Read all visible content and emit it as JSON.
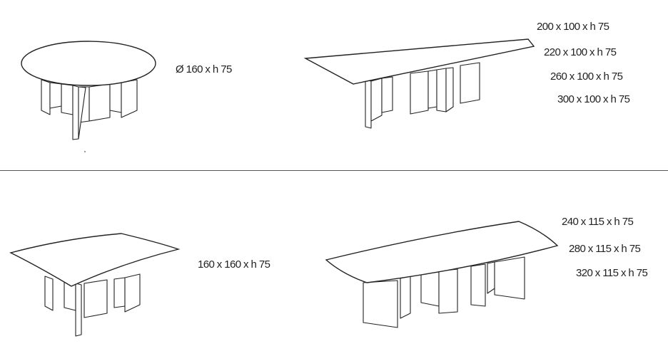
{
  "tables": [
    {
      "shape": "round",
      "dimensions": [
        "Ø 160 x h 75"
      ]
    },
    {
      "shape": "rectangular",
      "dimensions": [
        "200 x 100 x h 75",
        "220 x 100 x h 75",
        "260 x 100 x h 75",
        "300 x 100 x h 75"
      ]
    },
    {
      "shape": "square-barrel",
      "dimensions": [
        "160 x 160 x h 75"
      ]
    },
    {
      "shape": "barrel",
      "dimensions": [
        "240 x 115 x h 75",
        "280 x 115 x h 75",
        "320 x 115 x h 75"
      ]
    }
  ],
  "colors": {
    "line": "#222222",
    "background": "#ffffff"
  }
}
